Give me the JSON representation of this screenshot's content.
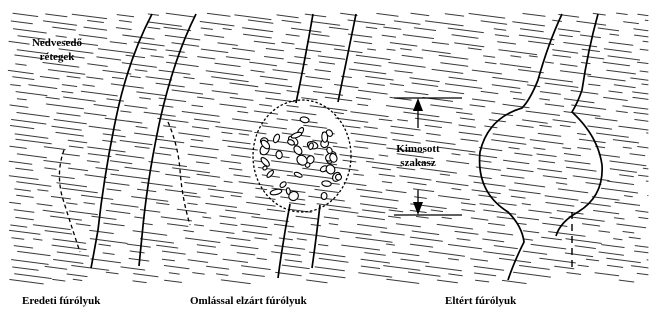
{
  "labels": {
    "wet_layers_line1": "Nedvesedő",
    "wet_layers_line2": "rétegek",
    "washout_line1": "Kimosott",
    "washout_line2": "szakasz"
  },
  "captions": {
    "original": "Eredeti fúrólyuk",
    "collapsed": "Omlással elzárt fúrólyuk",
    "deviated": "Eltért fúrólyuk"
  }
}
